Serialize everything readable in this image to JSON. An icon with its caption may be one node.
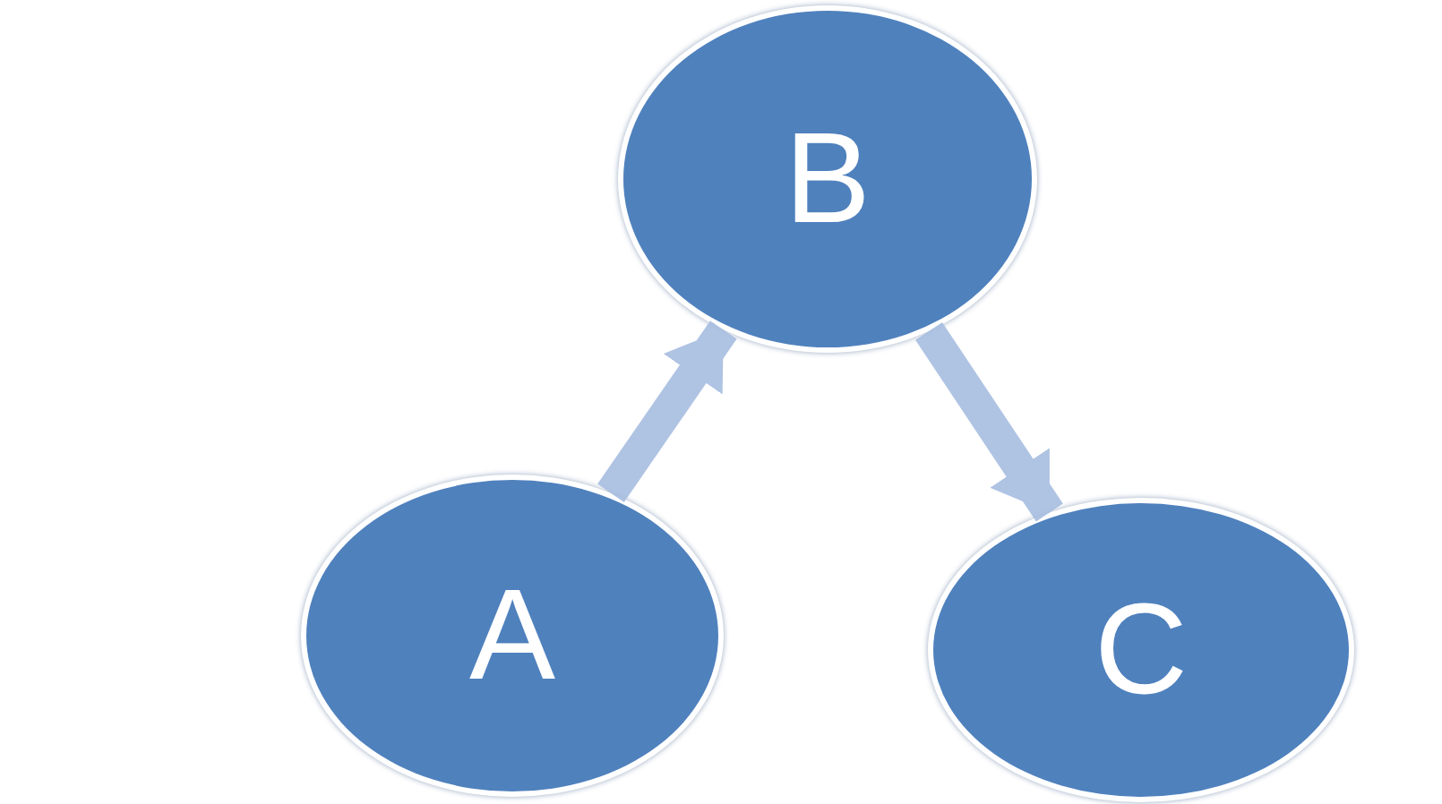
{
  "diagram": {
    "nodes": [
      {
        "text": [
          "B"
        ]
      },
      {
        "text": [
          "A"
        ]
      },
      {
        "text": [
          "C"
        ]
      }
    ],
    "edges": [
      {
        "from": 1,
        "to": 0,
        "arrow": "to"
      },
      {
        "from": 0,
        "to": 2,
        "arrow": "to"
      }
    ]
  }
}
